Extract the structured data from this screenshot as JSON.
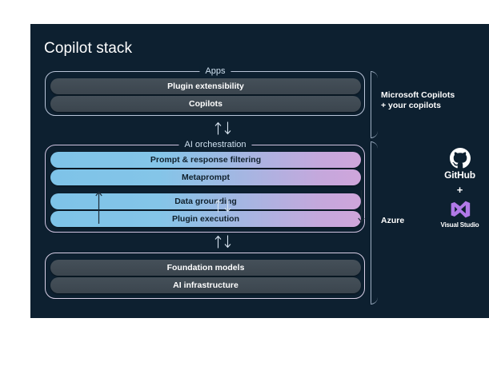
{
  "panel": {
    "title": "Copilot stack",
    "background_color": "#0d2030"
  },
  "groups": [
    {
      "id": "apps",
      "label": "Apps",
      "style": "dark",
      "items": [
        {
          "label": "Plugin extensibility"
        },
        {
          "label": "Copilots"
        }
      ]
    },
    {
      "id": "ai-orchestration",
      "label": "AI orchestration",
      "style": "gradient",
      "items": [
        {
          "label": "Prompt & response filtering"
        },
        {
          "label": "Metaprompt"
        },
        {
          "label": "Data grounding"
        },
        {
          "label": "Plugin execution"
        }
      ]
    },
    {
      "id": "foundation",
      "label": "",
      "style": "dark",
      "items": [
        {
          "label": "Foundation models"
        },
        {
          "label": "AI infrastructure"
        }
      ]
    }
  ],
  "connectors": {
    "up_icon": "arrow-up-icon",
    "down_icon": "arrow-down-icon"
  },
  "brackets": [
    {
      "id": "copilots",
      "line1": "Microsoft Copilots",
      "line2": "+ your copilots"
    },
    {
      "id": "azure",
      "line1": "Azure",
      "line2": ""
    }
  ],
  "devtools": {
    "github": {
      "name": "GitHub",
      "icon": "github-icon"
    },
    "separator": "+",
    "visual_studio": {
      "name": "Visual Studio",
      "icon": "visual-studio-icon"
    }
  },
  "colors": {
    "panel_bg": "#0d2030",
    "pill_dark": "#3f4a54",
    "gradient_start": "#7ec3e8",
    "gradient_end": "#cfa6db",
    "border": "#b9c4d8",
    "text_light": "#ffffff"
  }
}
